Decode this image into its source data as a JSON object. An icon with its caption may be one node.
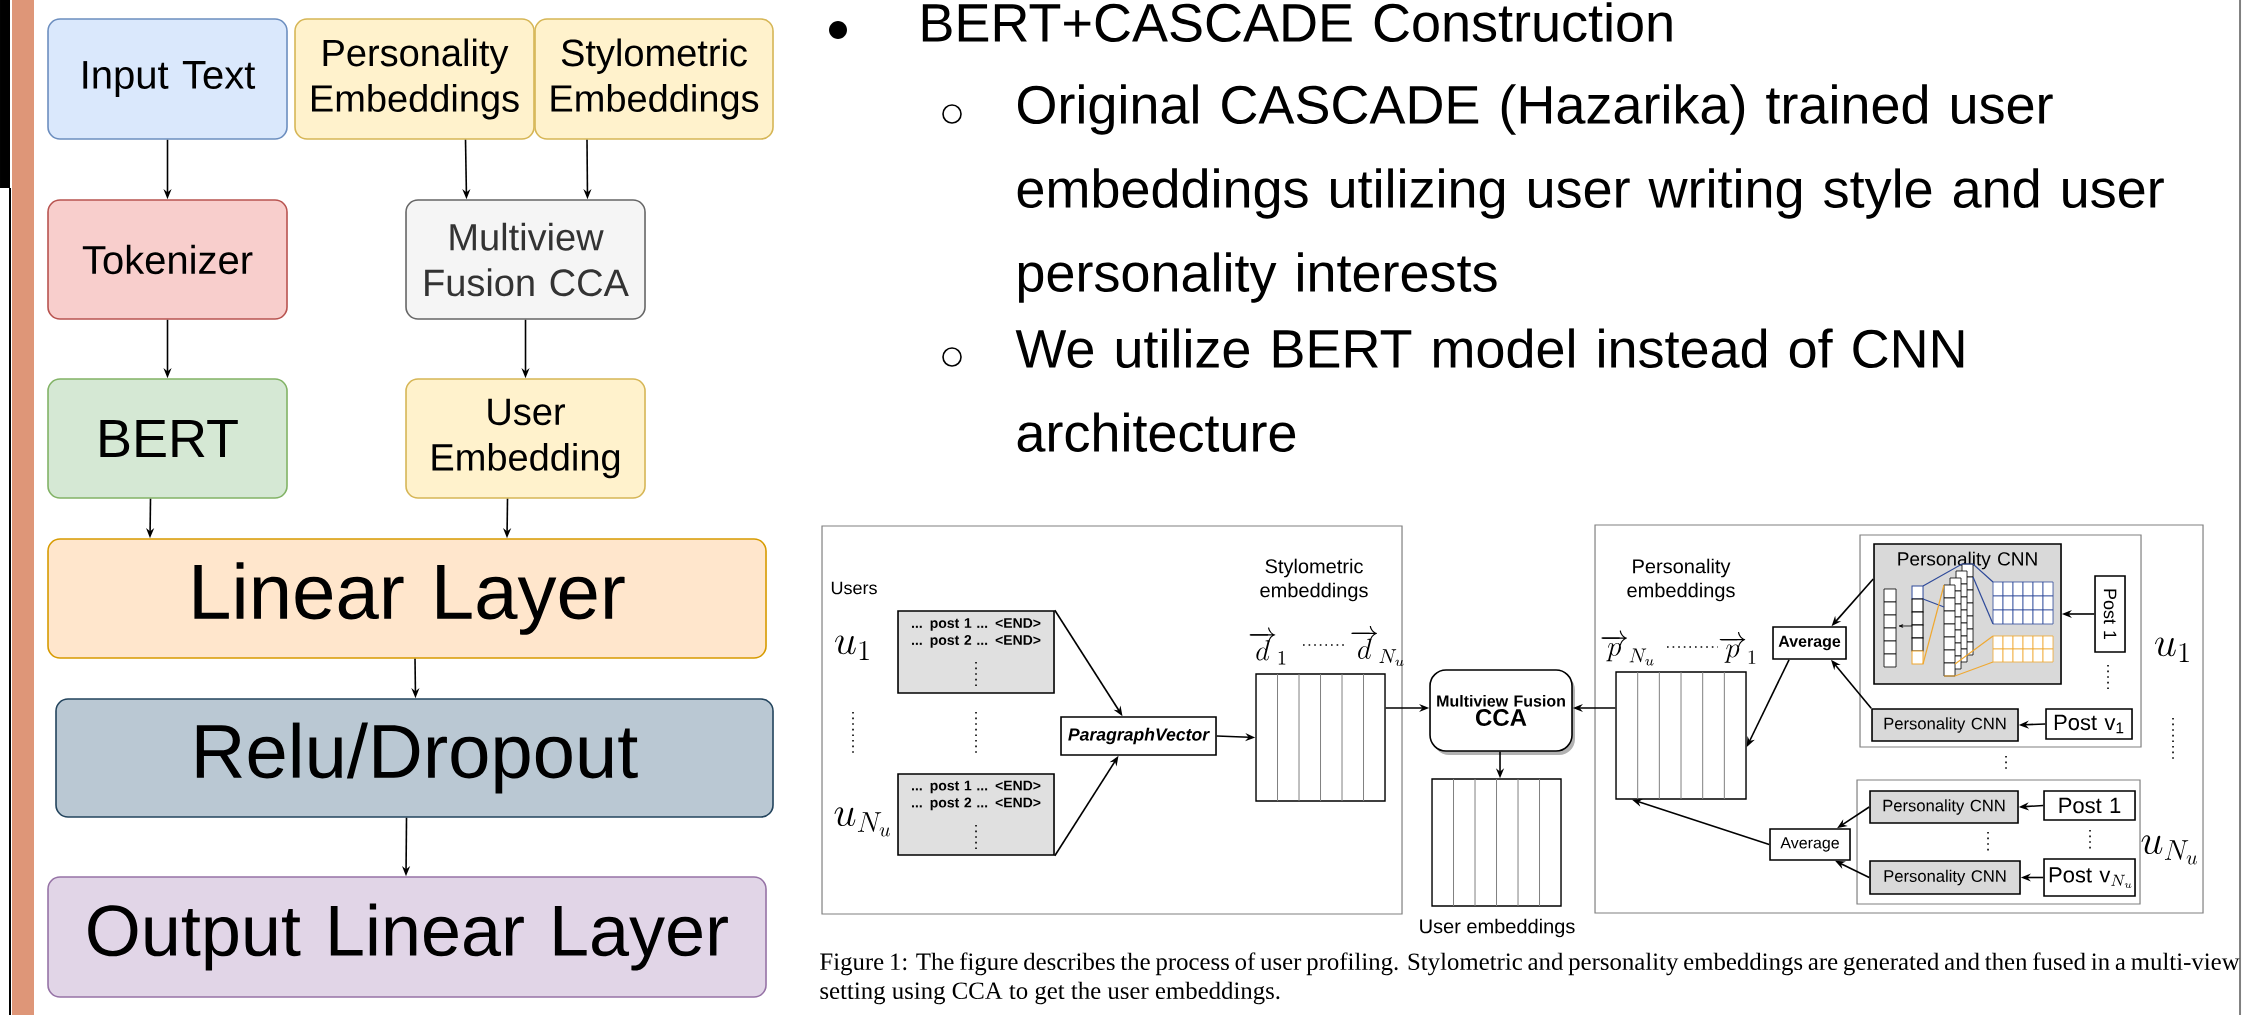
{
  "diagram": {
    "caption": "Figure 1: The figure describes the process of user profiling. Stylometric and personality embeddings are generated and then fused in a multi-view setting using CCA to get the user embeddings.",
    "nodes": [
      {
        "text": [
          "Input Text"
        ]
      },
      {
        "text": [
          "Personality Embeddings"
        ]
      },
      {
        "text": [
          "Stylometric Embeddings"
        ]
      },
      {
        "text": [
          "Tokenizer"
        ]
      },
      {
        "text": [
          "Multiview Fusion CCA"
        ]
      },
      {
        "text": [
          "BERT"
        ]
      },
      {
        "text": [
          "User Embedding"
        ]
      },
      {
        "text": [
          "Linear Layer"
        ]
      },
      {
        "text": [
          "Relu/Dropout"
        ]
      },
      {
        "text": [
          "Output Linear Layer"
        ]
      },
      {
        "text": [],
        "shape": "box"
      },
      {
        "text": [
          "... post 1 ... <END>",
          "... post 2 ... <END>"
        ],
        "in": 10
      },
      {
        "text": [
          "... post 1 ... <END>",
          "... post 2 ... <END>"
        ],
        "in": 10
      },
      {
        "text": [
          "ParagraphVector"
        ],
        "in": 10
      },
      {
        "text": [
          "Stylometric embeddings",
          "\\overrightarrow{d}_{1}",
          "\\overrightarrow{d}_{N_u}"
        ],
        "in": 10
      },
      {
        "text": [
          "Multiview Fusion",
          "CCA"
        ]
      },
      {
        "text": [
          "User embeddings"
        ]
      },
      {
        "text": [],
        "shape": "box"
      },
      {
        "text": [
          "Personality embeddings",
          "\\overrightarrow{p}_{N_u}",
          "\\overrightarrow{p}_{1}"
        ],
        "in": 17
      },
      {
        "text": [
          "Average"
        ],
        "in": 17
      },
      {
        "text": [],
        "shape": "box",
        "in": 17
      },
      {
        "text": [
          "Personality CNN"
        ],
        "in": 20
      },
      {
        "text": [
          "Post 1"
        ],
        "in": 20
      },
      {
        "text": [
          "Personality CNN"
        ],
        "in": 20
      },
      {
        "text": [
          "Post v$_{1}$"
        ],
        "in": 20
      },
      {
        "text": [],
        "shape": "box",
        "in": 17
      },
      {
        "text": [
          "Personality CNN"
        ],
        "in": 25
      },
      {
        "text": [
          "Post 1"
        ],
        "in": 25
      },
      {
        "text": [
          "Personality CNN"
        ],
        "in": 25
      },
      {
        "text": [
          "\\mbox{Post v}_{N_u}"
        ],
        "in": 25
      },
      {
        "text": [
          "Average"
        ],
        "in": 17
      }
    ],
    "edges": [
      {
        "from": 0,
        "to": 3,
        "arrow": "to"
      },
      {
        "from": 1,
        "to": 4,
        "arrow": "to"
      },
      {
        "from": 2,
        "to": 4,
        "arrow": "to"
      },
      {
        "from": 3,
        "to": 5,
        "arrow": "to"
      },
      {
        "from": 4,
        "to": 6,
        "arrow": "to"
      },
      {
        "from": 5,
        "to": 7,
        "arrow": "to"
      },
      {
        "from": 6,
        "to": 7,
        "arrow": "to"
      },
      {
        "from": 7,
        "to": 8,
        "arrow": "to"
      },
      {
        "from": 8,
        "to": 9,
        "arrow": "to"
      },
      {
        "from": 11,
        "to": 13,
        "arrow": "to"
      },
      {
        "from": 12,
        "to": 13,
        "arrow": "to"
      },
      {
        "from": 13,
        "to": 14,
        "arrow": "to"
      },
      {
        "from": 14,
        "to": 15,
        "arrow": "to"
      },
      {
        "from": 15,
        "to": 16,
        "arrow": "to"
      },
      {
        "from": 18,
        "to": 15,
        "arrow": "to"
      },
      {
        "from": 21,
        "to": 19,
        "arrow": "to"
      },
      {
        "from": 23,
        "to": 19,
        "arrow": "to"
      },
      {
        "from": 19,
        "to": 18,
        "arrow": "to"
      },
      {
        "from": 22,
        "to": 21,
        "arrow": "to"
      },
      {
        "from": 24,
        "to": 23,
        "arrow": "to"
      },
      {
        "from": 27,
        "to": 26,
        "arrow": "to"
      },
      {
        "from": 29,
        "to": 28,
        "arrow": "to"
      },
      {
        "from": 26,
        "to": 30,
        "arrow": "to"
      },
      {
        "from": 28,
        "to": 30,
        "arrow": "to"
      },
      {
        "from": 30,
        "to": 18,
        "arrow": "to"
      }
    ],
    "labels": [
      "BERT+CASCADE Construction",
      "Original CASCADE (Hazarika) trained user embeddings utilizing user writing style and user personality interests",
      "We utilize BERT model instead of CNN architecture",
      "Users",
      "u_{1}",
      "u_{N_u}",
      "u_{1}",
      "u_{N_u}"
    ]
  }
}
